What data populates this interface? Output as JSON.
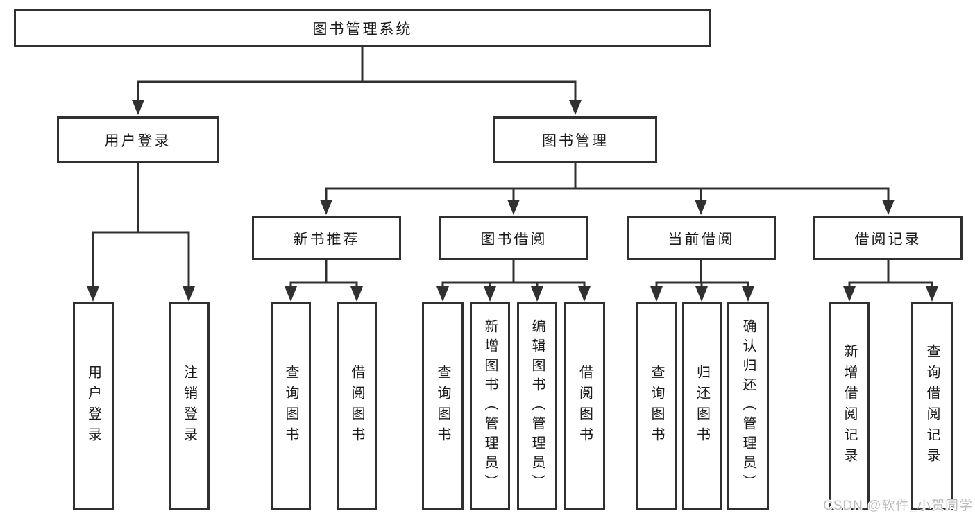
{
  "diagram": {
    "root": {
      "label": "图书管理系统"
    },
    "level2": {
      "user_login": {
        "label": "用户登录"
      },
      "book_management": {
        "label": "图书管理"
      }
    },
    "level3": {
      "new_book_recommend": {
        "label": "新书推荐"
      },
      "book_borrow": {
        "label": "图书借阅"
      },
      "current_borrow": {
        "label": "当前借阅"
      },
      "borrow_records": {
        "label": "借阅记录"
      }
    },
    "leaves": {
      "user_login": {
        "label": "用户登录"
      },
      "logout": {
        "label": "注销登录"
      },
      "recommend_query_book": {
        "label": "查询图书"
      },
      "recommend_borrow_book": {
        "label": "借阅图书"
      },
      "borrow_query_book": {
        "label": "查询图书"
      },
      "borrow_add_book_admin": {
        "label": "新增图书（管理员）"
      },
      "borrow_edit_book_admin": {
        "label": "编辑图书（管理员）"
      },
      "borrow_borrow_book": {
        "label": "借阅图书"
      },
      "current_query_book": {
        "label": "查询图书"
      },
      "current_return_book": {
        "label": "归还图书"
      },
      "current_confirm_return_admin": {
        "label": "确认归还（管理员）"
      },
      "records_add_record": {
        "label": "新增借阅记录"
      },
      "records_query_record": {
        "label": "查询借阅记录"
      }
    }
  },
  "watermark": {
    "text": "CSDN @软件_小贺同学"
  },
  "colors": {
    "line": "#303030",
    "box_border": "#303030",
    "text": "#1a1a1a",
    "watermark": "#bdbdbd",
    "background": "#ffffff"
  }
}
